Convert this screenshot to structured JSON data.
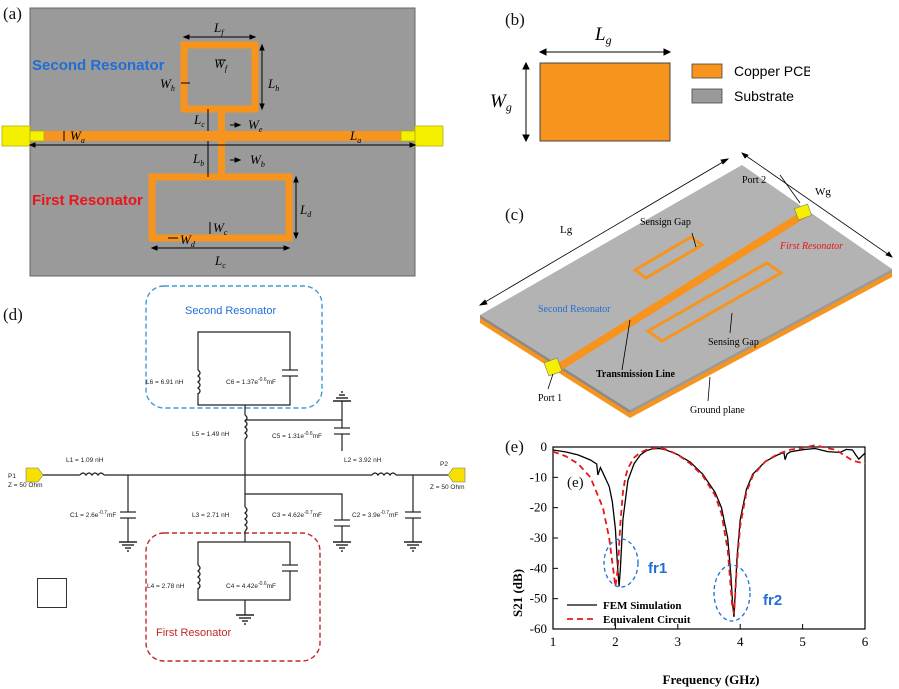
{
  "panels": {
    "a": {
      "letter": "(a)",
      "second_resonator": "Second Resonator",
      "first_resonator": "First Resonator",
      "dims": {
        "Lf": "L",
        "Lf_sub": "f",
        "Wf": "W",
        "Wf_sub": "f",
        "Wh": "W",
        "Wh_sub": "h",
        "Lh": "L",
        "Lh_sub": "h",
        "Lc": "L",
        "Lc_sub": "c",
        "We": "W",
        "We_sub": "e",
        "Wa": "W",
        "Wa_sub": "a",
        "La": "L",
        "La_sub": "a",
        "Lb": "L",
        "Lb_sub": "b",
        "Wb": "W",
        "Wb_sub": "b",
        "Ld": "L",
        "Ld_sub": "d",
        "Wc": "W",
        "Wc_sub": "c",
        "Wd": "W",
        "Wd_sub": "d",
        "Lc2": "L",
        "Lc2_sub": "c"
      },
      "colors": {
        "substrate": "#9a9a9a",
        "copper": "#f7941d",
        "port": "#f5f000"
      }
    },
    "b": {
      "letter": "(b)",
      "Lg": "L",
      "Lg_sub": "g",
      "Wg": "W",
      "Wg_sub": "g",
      "legend": [
        {
          "label": "Copper PCB",
          "color": "#f7941d"
        },
        {
          "label": "Substrate",
          "color": "#9a9a9a"
        }
      ]
    },
    "c": {
      "letter": "(c)",
      "port2": "Port 2",
      "wg": "Wg",
      "lg": "Lg",
      "sensing_gap_top": "Sensign Gap",
      "first_resonator": "First Resonator",
      "second_resonator": "Second Resonator",
      "transmission_line": "Transmission Line",
      "sensing_gap_bottom": "Sensing Gap",
      "port1": "Port 1",
      "ground_plane": "Ground plane"
    },
    "d": {
      "letter": "(d)",
      "second_resonator": "Second Resonator",
      "first_resonator": "First Resonator",
      "L6": "L6 = 6.91 nH",
      "C6": "C6 = 1.37e",
      "C6_exp": "-0.6",
      "C6_unit": "mF",
      "L5": "L5 = 1.49 nH",
      "C5": "C5 = 1.31e",
      "C5_exp": "-0.6",
      "C5_unit": "mF",
      "L1": "L1 = 1.09 nH",
      "L2": "L2 = 3.92 nH",
      "P1": "P1",
      "P1_z": "Z = 50 Ohm",
      "P2": "P2",
      "P2_z": "Z = 50 Ohm",
      "C1": "C1 = 2.6e",
      "C1_exp": "-0.7",
      "C1_unit": "mF",
      "L3": "L3 = 2.71 nH",
      "C3": "C3 = 4.62e",
      "C3_exp": "-0.7",
      "C3_unit": "mF",
      "C2": "C2 = 3.9e",
      "C2_exp": "-0.7",
      "C2_unit": "mF",
      "L4": "L4 = 2.78 nH",
      "C4": "C4 = 4.42e",
      "C4_exp": "-0.6",
      "C4_unit": "mF"
    },
    "e": {
      "letter": "(e)",
      "inner_letter": "(e)",
      "fr1": "fr1",
      "fr2": "fr2"
    }
  },
  "chart_data": {
    "type": "line",
    "xlabel": "Frequency (GHz)",
    "ylabel": "S21 (dB)",
    "xlim": [
      1,
      6
    ],
    "ylim": [
      -60,
      0
    ],
    "xticks": [
      "1",
      "2",
      "3",
      "4",
      "5",
      "6"
    ],
    "yticks": [
      "0",
      "-10",
      "-20",
      "-30",
      "-40",
      "-50",
      "-60"
    ],
    "grid": false,
    "legend_position": "bottom-left",
    "series": [
      {
        "name": "FEM Simulation",
        "color": "#000000",
        "dash": "solid",
        "x": [
          1.0,
          1.2,
          1.4,
          1.6,
          1.7,
          1.72,
          1.76,
          1.8,
          1.9,
          1.95,
          2.0,
          2.03,
          2.06,
          2.08,
          2.12,
          2.2,
          2.3,
          2.4,
          2.5,
          2.6,
          2.7,
          2.8,
          3.0,
          3.2,
          3.4,
          3.6,
          3.7,
          3.8,
          3.85,
          3.88,
          3.9,
          3.92,
          3.95,
          4.0,
          4.1,
          4.2,
          4.4,
          4.6,
          4.7,
          4.72,
          4.75,
          4.8,
          5.0,
          5.2,
          5.4,
          5.6,
          5.7,
          5.8,
          5.85,
          5.9,
          6.0
        ],
        "y": [
          -1,
          -1.6,
          -2.6,
          -4.3,
          -5.6,
          -9.2,
          -6.8,
          -8.5,
          -13,
          -18,
          -27,
          -38,
          -46,
          -40,
          -24,
          -11,
          -5.5,
          -2.6,
          -1.2,
          -0.6,
          -0.5,
          -0.9,
          -2.5,
          -5,
          -9,
          -15,
          -20,
          -30,
          -42,
          -52,
          -56,
          -48,
          -36,
          -24,
          -14,
          -9,
          -4.8,
          -2.6,
          -1.8,
          -4.2,
          -2.3,
          -1.6,
          -0.9,
          -0.5,
          -1.5,
          -1.8,
          -0.8,
          -1.0,
          -2.5,
          -4.0,
          -2.0
        ]
      },
      {
        "name": "Equivalent Circuit",
        "color": "#e31a1c",
        "dash": "dashed",
        "x": [
          1.0,
          1.2,
          1.4,
          1.6,
          1.8,
          1.9,
          1.95,
          2.0,
          2.04,
          2.08,
          2.12,
          2.16,
          2.2,
          2.3,
          2.4,
          2.5,
          2.6,
          2.7,
          2.8,
          3.0,
          3.2,
          3.4,
          3.6,
          3.7,
          3.8,
          3.84,
          3.87,
          3.9,
          3.92,
          3.95,
          4.0,
          4.1,
          4.2,
          4.4,
          4.6,
          4.8,
          5.0,
          5.2,
          5.4,
          5.5,
          5.6,
          5.8,
          6.0
        ],
        "y": [
          -1.5,
          -3,
          -5.5,
          -10,
          -20,
          -30,
          -38,
          -46,
          -40,
          -25,
          -15,
          -10,
          -7,
          -3.5,
          -1.8,
          -0.9,
          -0.4,
          -0.3,
          -0.7,
          -2.5,
          -5.5,
          -9.5,
          -16,
          -22,
          -34,
          -44,
          -52,
          -55,
          -49,
          -38,
          -26,
          -15,
          -9.5,
          -4.8,
          -2.3,
          -0.9,
          -0.3,
          0.6,
          -0.4,
          -0.8,
          -1.8,
          -4.5,
          -5.5
        ]
      }
    ]
  }
}
